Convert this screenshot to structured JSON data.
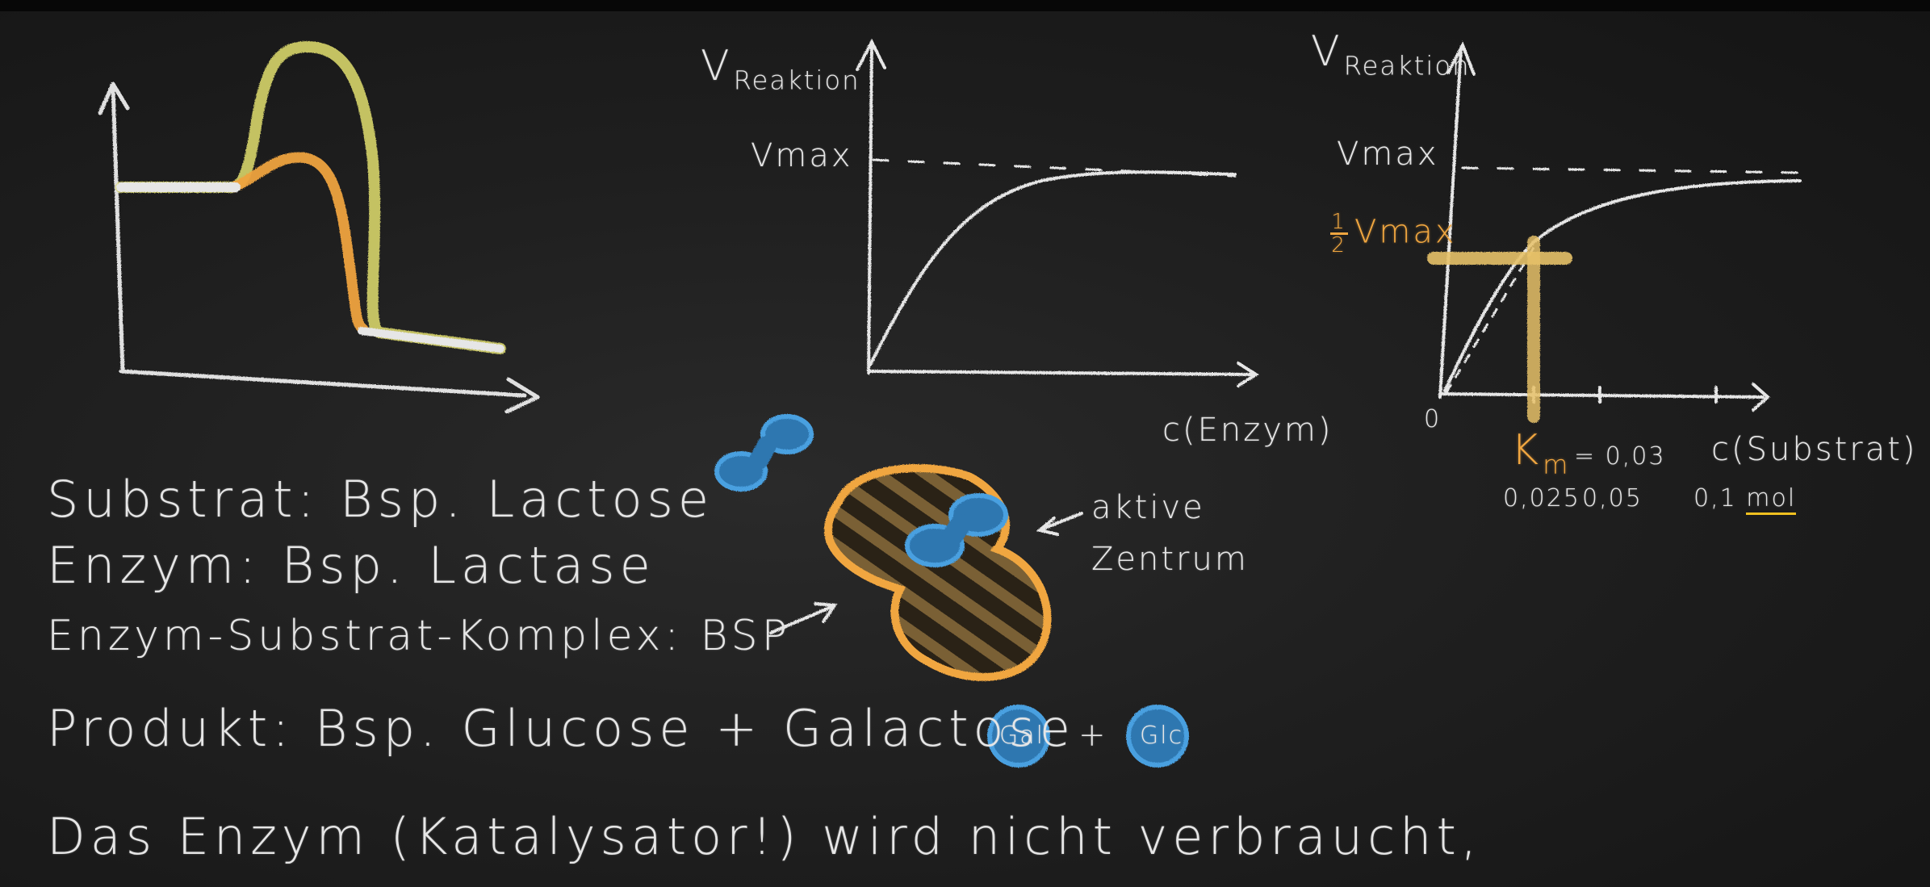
{
  "colors": {
    "chalk_white": "#e8e8e8",
    "chalk_yellow": "#d9d76a",
    "chalk_orange": "#f0a640",
    "chalk_blue": "#3b8fd0"
  },
  "graph_middle": {
    "v_main": "V",
    "v_sub": "Reaktion",
    "vmax": "Vmax",
    "xlabel": "c(Enzym)"
  },
  "graph_right": {
    "v_main": "V",
    "v_sub": "Reaktion",
    "vmax": "Vmax",
    "half_vmax_num": "1",
    "half_vmax_den": "2",
    "half_vmax_label": "Vmax",
    "origin": "0",
    "km_main": "K",
    "km_sub": "m",
    "km_value": "= 0,03",
    "xlabel": "c(Substrat)",
    "tick_1": "0,025",
    "tick_2": "0,05",
    "tick_3": "0,1",
    "unit": "mol"
  },
  "notes": {
    "line1": "Substrat: Bsp. Lactose",
    "line2": "Enzym: Bsp. Lactase",
    "line3": "Enzym-Substrat-Komplex: BSP",
    "line4": "Produkt: Bsp. Glucose + Galactose",
    "line5": "Das Enzym (Katalysator!) wird nicht verbraucht,"
  },
  "enzyme_labels": {
    "active_1": "aktive",
    "active_2": "Zentrum"
  },
  "products": {
    "gal": "Gal",
    "plus": "+",
    "glc": "Glc"
  }
}
